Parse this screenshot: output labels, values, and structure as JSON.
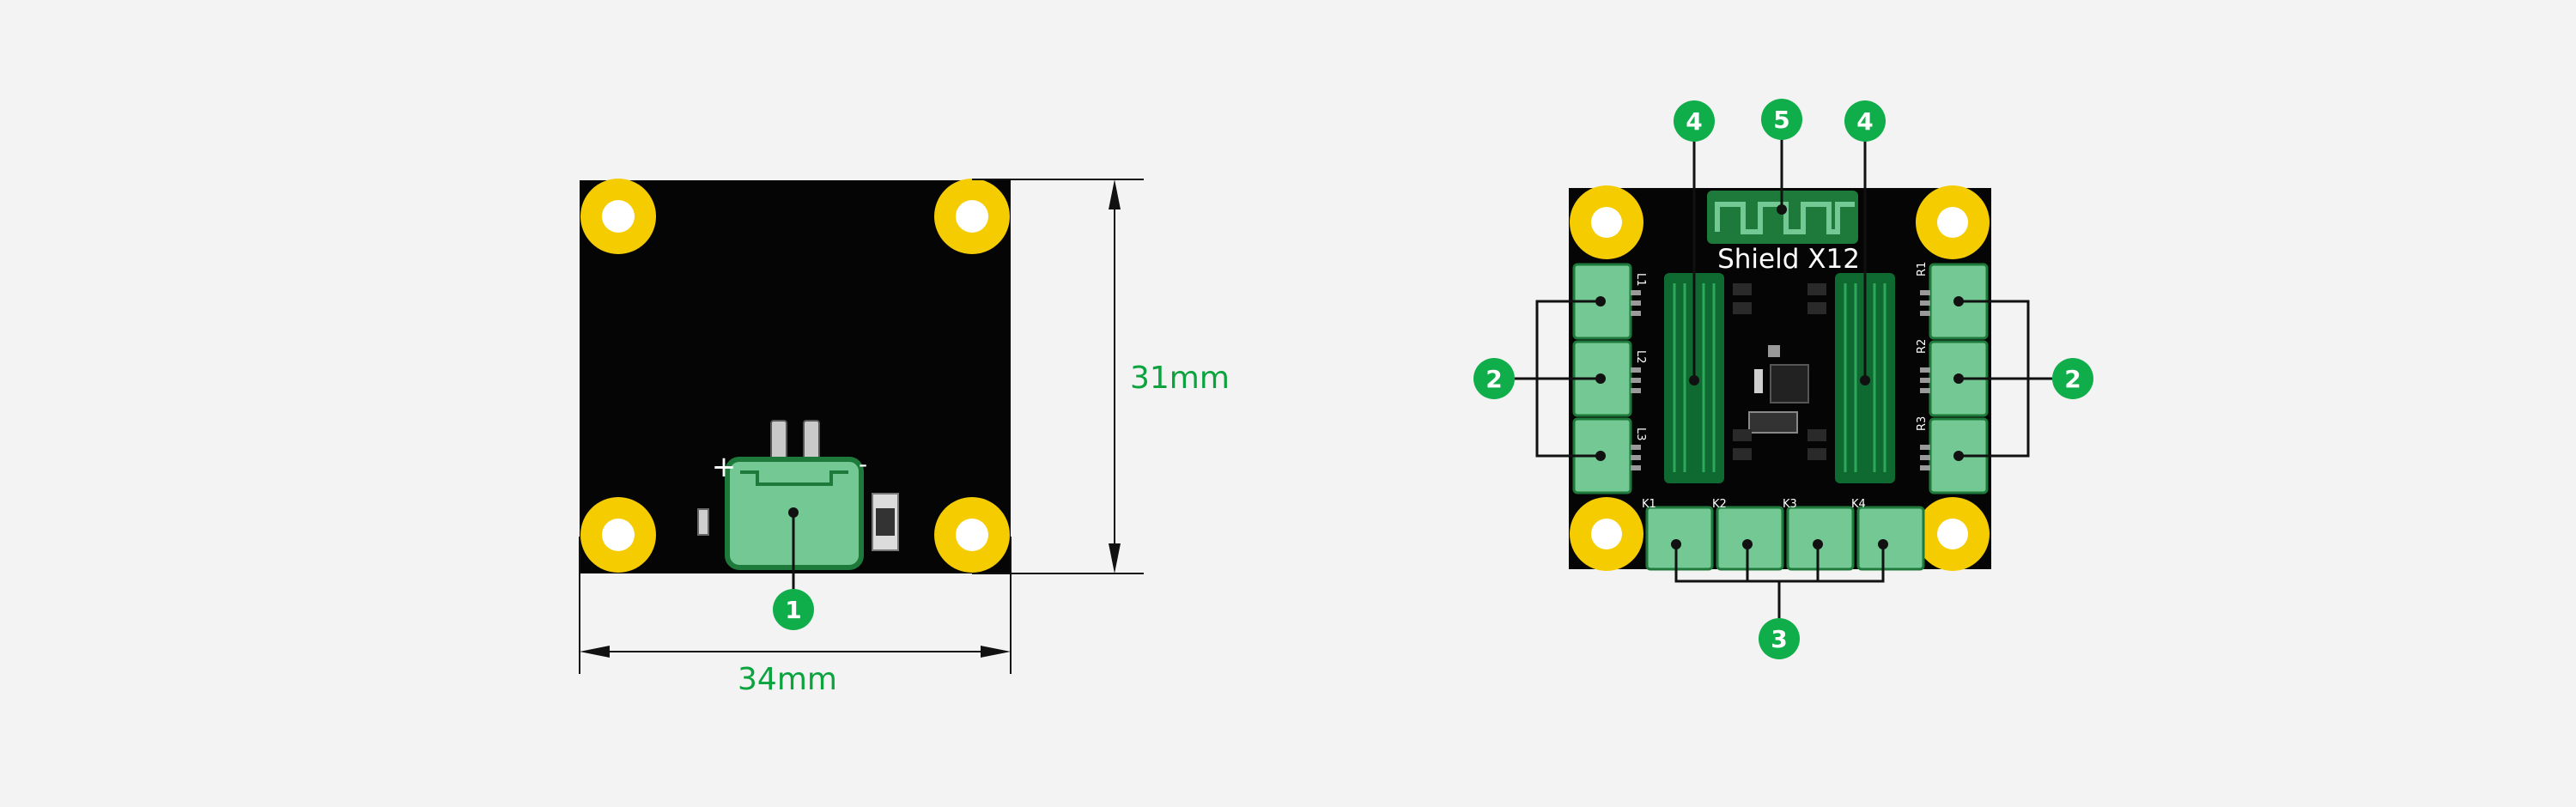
{
  "colors": {
    "background": "#f3f3f3",
    "board": "#050505",
    "mount_hole_ring": "#f5cc00",
    "connector": "#74c894",
    "connector_dark": "#1e7a3a",
    "callout": "#0fae4a",
    "dimension_text": "#0aa33e",
    "dimension_line": "#111111",
    "board_text": "#ffffff"
  },
  "back_view": {
    "width_label": "34mm",
    "height_label": "31mm",
    "plus_mark": "+",
    "minus_mark": "-",
    "power_connector_callout": "1"
  },
  "front_view": {
    "board_title": "Shield X12",
    "callouts": {
      "led_left": "4",
      "wifi_antenna": "5",
      "led_right": "4",
      "left_connectors": "2",
      "right_connectors": "2",
      "bottom_connectors": "3"
    },
    "left_silk": [
      "L1",
      "L2",
      "L3"
    ],
    "right_silk": [
      "R1",
      "R2",
      "R3"
    ],
    "bottom_silk": [
      "K1",
      "K2",
      "K3",
      "K4"
    ]
  }
}
